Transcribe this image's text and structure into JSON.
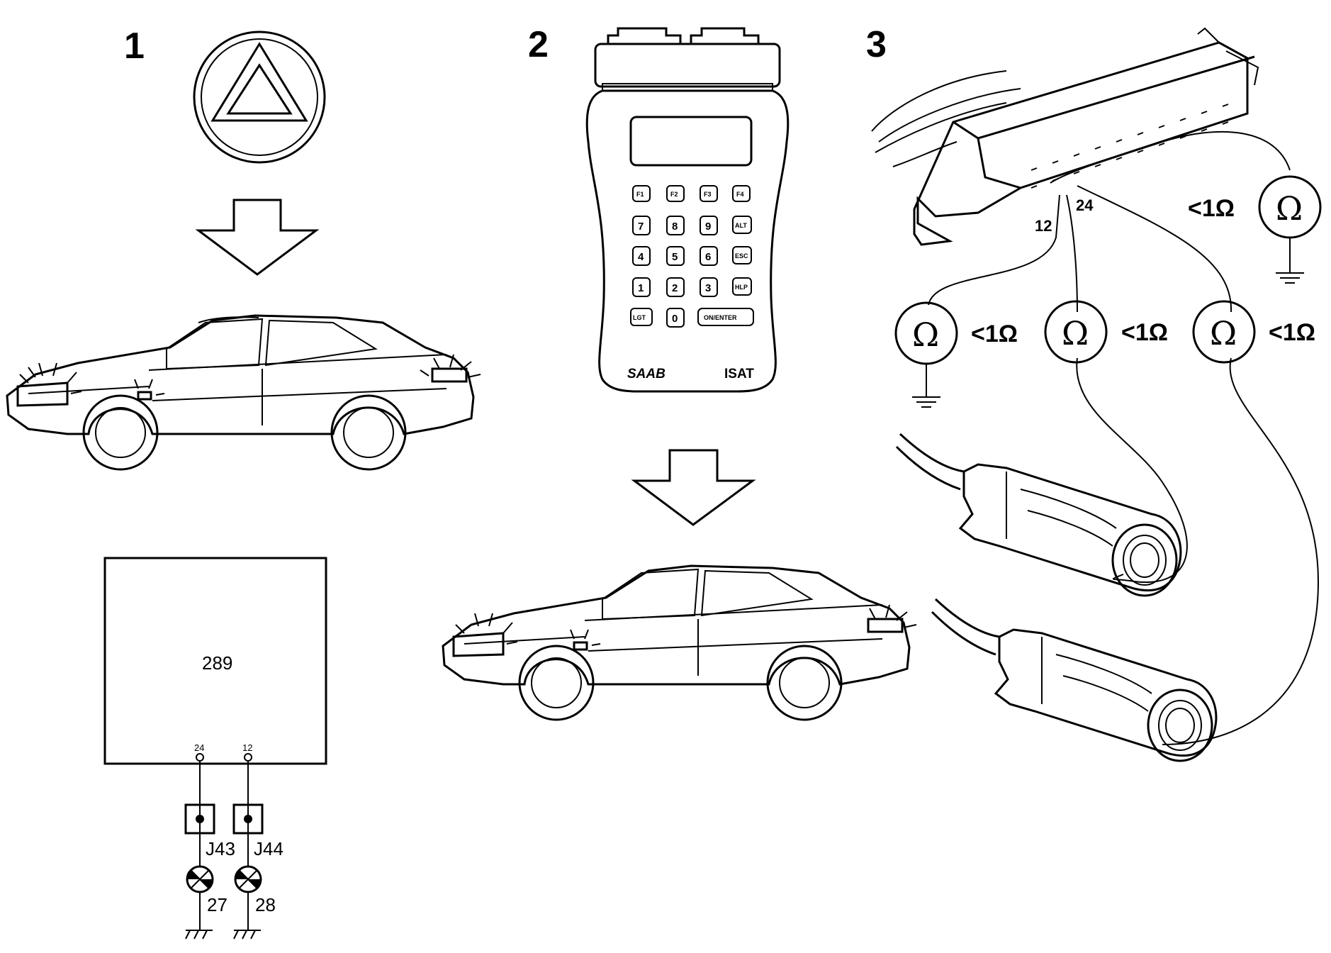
{
  "steps": {
    "step1": "1",
    "step2": "2",
    "step3": "3"
  },
  "module": {
    "number": "289",
    "pin_a": "24",
    "pin_b": "12"
  },
  "connectors": {
    "j_a": "J43",
    "j_b": "J44"
  },
  "lamps": {
    "lamp_a": "27",
    "lamp_b": "28"
  },
  "scan_tool": {
    "brand": "SAAB",
    "model": "ISAT",
    "keys": {
      "f1": "F1",
      "f2": "F2",
      "f3": "F3",
      "f4": "F4",
      "k7": "7",
      "k8": "8",
      "k9": "9",
      "alt": "ALT",
      "k4": "4",
      "k5": "5",
      "k6": "6",
      "esc": "ESC",
      "k1": "1",
      "k2": "2",
      "k3": "3",
      "hlp": "HLP",
      "lgt": "LGT",
      "k0": "0",
      "enter": "ON/ENTER"
    }
  },
  "connector_pins": {
    "pin_12": "12",
    "pin_24": "24"
  },
  "meters": {
    "symbol": "Ω",
    "reading": "<1Ω"
  }
}
